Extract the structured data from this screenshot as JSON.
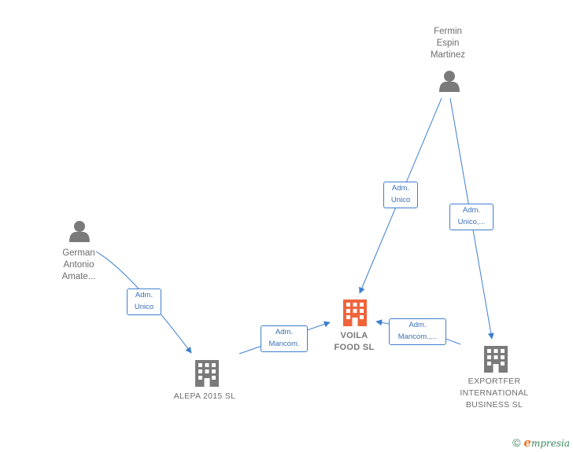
{
  "colors": {
    "accent_line": "#3f7fce",
    "person_icon": "#7a7a7a",
    "company_icon": "#7a7a7a",
    "focus_company_icon": "#f0643c",
    "label_text": "#6e6e6e"
  },
  "nodes": {
    "fermin": {
      "label": "Fermin\nEspin\nMartinez",
      "icon": "person-icon"
    },
    "german": {
      "label": "German\nAntonio\nAmate...",
      "icon": "person-icon"
    },
    "voila": {
      "label": "VOILA\nFOOD  SL",
      "icon": "building-icon"
    },
    "alepa": {
      "label": "ALEPA 2015  SL",
      "icon": "building-icon"
    },
    "exportfer": {
      "label": "EXPORTFER\nINTERNATIONAL\nBUSINESS  SL",
      "icon": "building-icon"
    }
  },
  "edges": {
    "fermin_voila": "Adm.\nUnico",
    "fermin_exportfer": "Adm.\nUnico,...",
    "german_alepa": "Adm.\nUnico",
    "alepa_voila": "Adm.\nMancom.",
    "exportfer_voila": "Adm.\nMancom.,..."
  },
  "footer": {
    "copyright_symbol": "©",
    "brand_initial": "e",
    "brand_rest": "mpresia"
  }
}
